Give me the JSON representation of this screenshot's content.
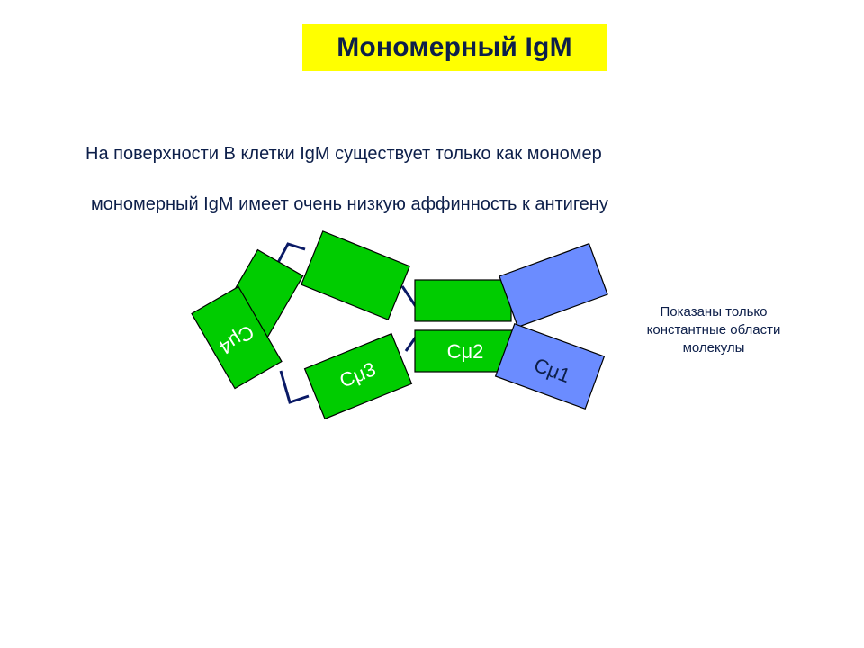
{
  "title": "Мономерный IgM",
  "statements": [
    "На поверхности В клетки IgM существует только как мономер",
    "мономерный IgM имеет очень низкую аффинность к антигену"
  ],
  "note": "Показаны только константные области молекулы",
  "domains": {
    "c1": "Cμ1",
    "c2": "Cμ2",
    "c3": "Cμ3",
    "c4": "Cμ4"
  },
  "colors": {
    "title_bg": "#ffff00",
    "text": "#0d1f4a",
    "domain_green": "#00cc00",
    "domain_blue": "#6b8cff",
    "hinge_line": "#0a1a66"
  }
}
